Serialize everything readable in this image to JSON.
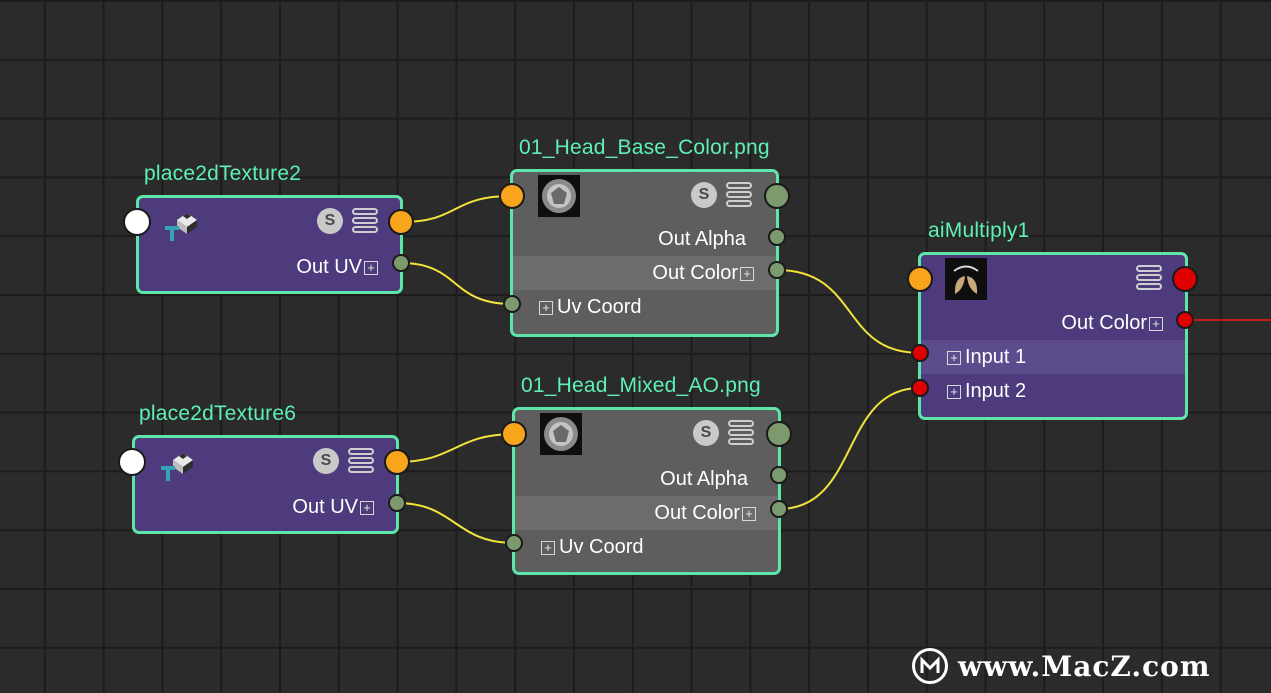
{
  "nodes": {
    "place1": {
      "title": "place2dTexture2",
      "out_uv": "Out UV"
    },
    "place2": {
      "title": "place2dTexture6",
      "out_uv": "Out UV"
    },
    "file1": {
      "title": "01_Head_Base_Color.png",
      "out_alpha": "Out Alpha",
      "out_color": "Out Color",
      "uv_coord": "Uv Coord"
    },
    "file2": {
      "title": "01_Head_Mixed_AO.png",
      "out_alpha": "Out Alpha",
      "out_color": "Out Color",
      "uv_coord": "Uv Coord"
    },
    "multiply": {
      "title": "aiMultiply1",
      "out_color": "Out Color",
      "input1": "Input 1",
      "input2": "Input 2"
    }
  },
  "icons": {
    "swatch": "S",
    "expand": "+"
  },
  "watermark": {
    "text": "www.MacZ.com"
  },
  "colors": {
    "node_border": "#5ee6a8",
    "title_text": "#5ef0b4",
    "wire_normal": "#f2e33a",
    "wire_selected": "#c41a1a",
    "port_uv": "#f8a41c",
    "port_color": "#7c9a6e",
    "port_multiply": "#e00000"
  }
}
